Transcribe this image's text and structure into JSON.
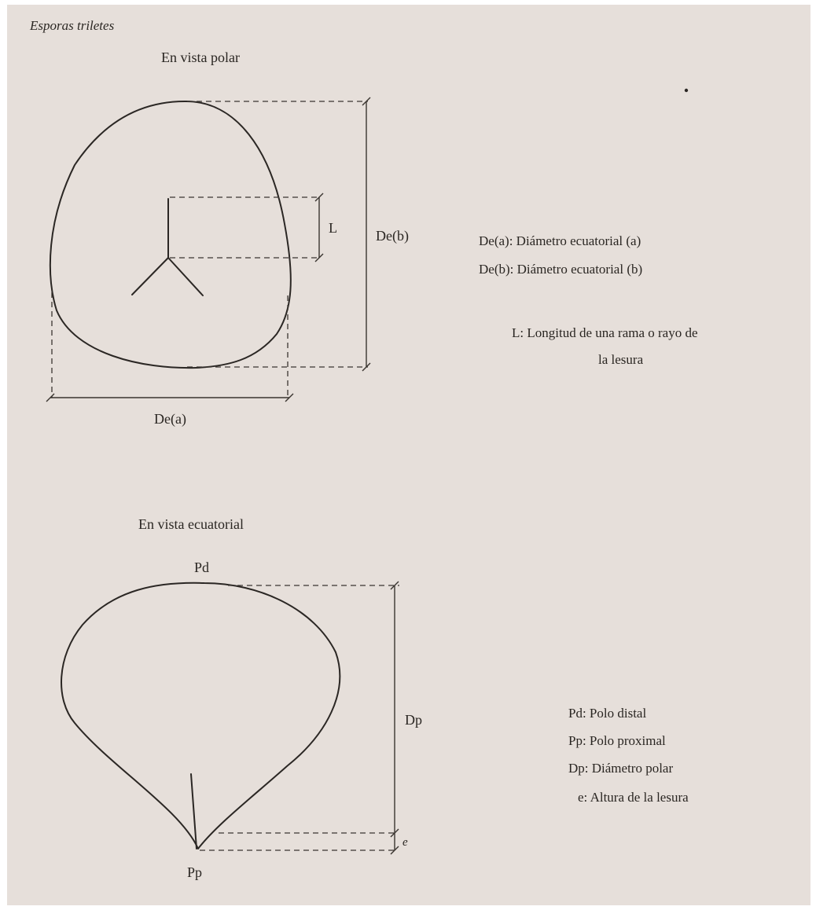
{
  "figure": {
    "heading": "Esporas triletes",
    "polar_view": {
      "title": "En vista polar",
      "labels": {
        "L": "L",
        "Deb": "De(b)",
        "Dea": "De(a)"
      },
      "legend": [
        "De(a): Diámetro ecuatorial (a)",
        "De(b): Diámetro ecuatorial (b)"
      ],
      "legend_L_line1": "L: Longitud de una rama o rayo de",
      "legend_L_line2": "la lesura"
    },
    "equatorial_view": {
      "title": "En vista ecuatorial",
      "labels": {
        "Pd": "Pd",
        "Pp": "Pp",
        "Dp": "Dp",
        "e": "e"
      },
      "legend": [
        "Pd: Polo distal",
        "Pp: Polo proximal",
        "Dp: Diámetro polar",
        "e: Altura de la lesura"
      ]
    }
  },
  "colors": {
    "paper": "#e6dfda",
    "ink": "#2b2724"
  }
}
